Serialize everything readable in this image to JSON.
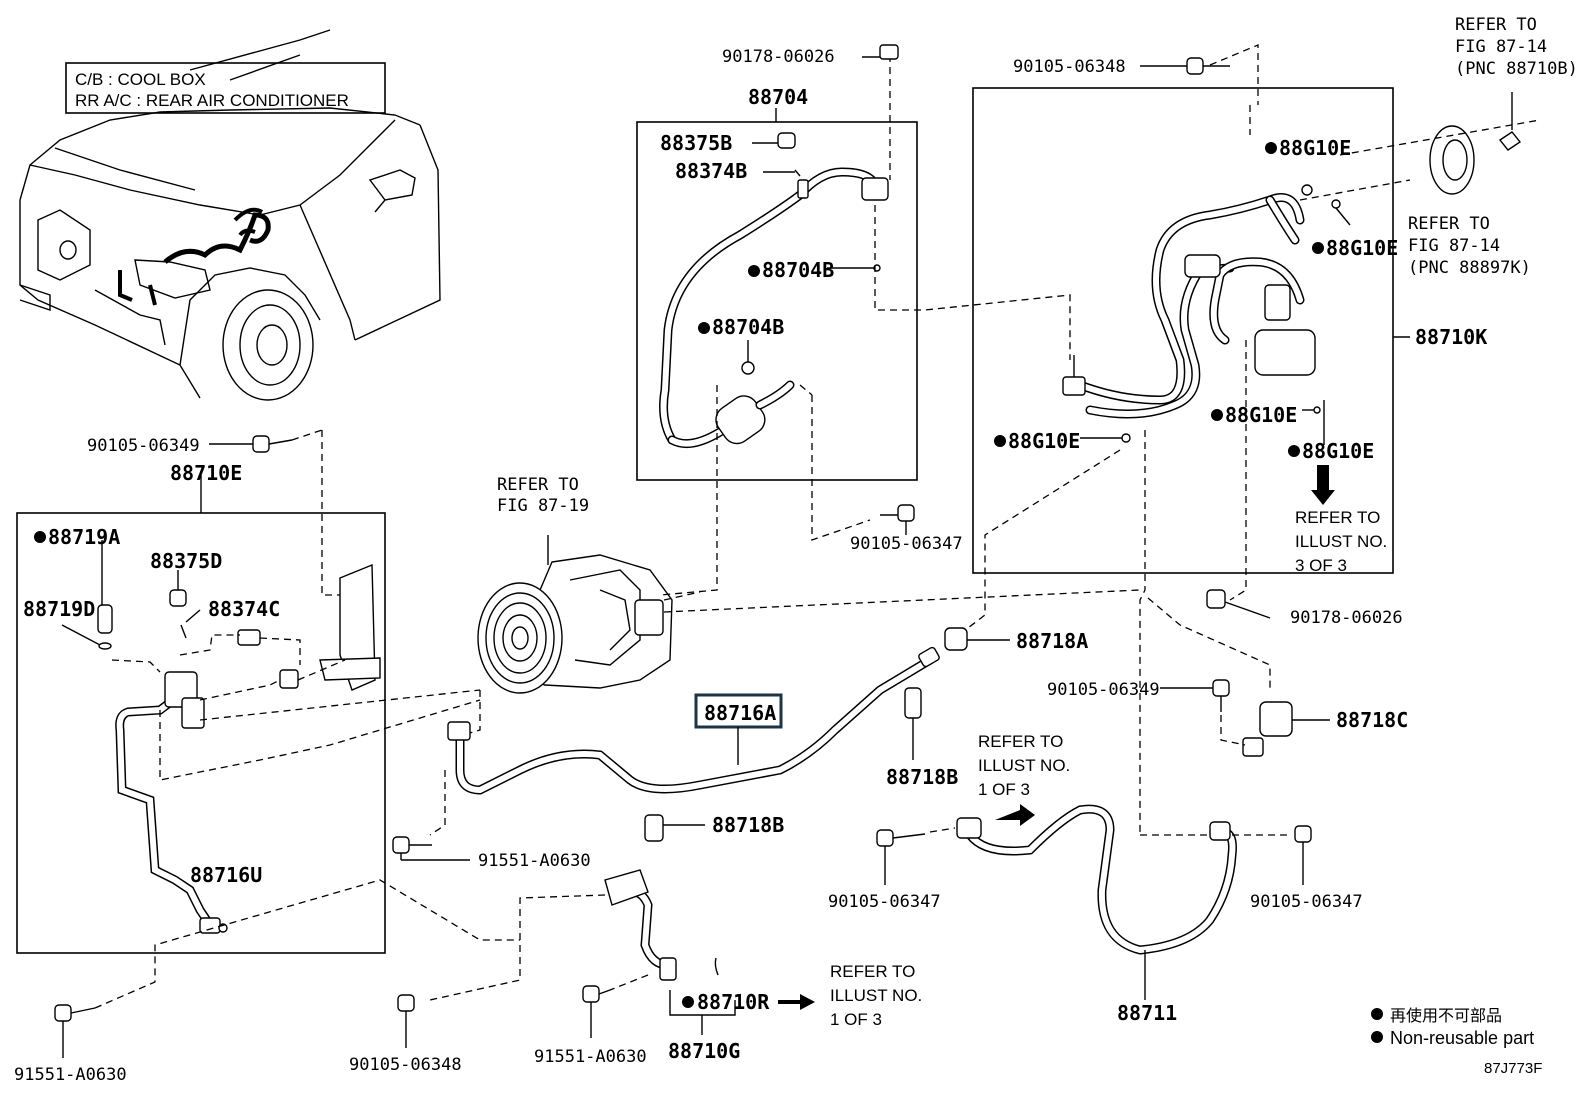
{
  "legend": {
    "line1": "C/B  :  COOL BOX",
    "line2": "RR A/C  :  REAR AIR CONDITIONER"
  },
  "parts": {
    "p90178_top": "90178-06026",
    "p88704": "88704",
    "p88375B": "88375B",
    "p88374B": "88374B",
    "p88704B_a": "88704B",
    "p88704B_b": "88704B",
    "p90105_06348_top": "90105-06348",
    "p88G10E_1": "88G10E",
    "p88G10E_2": "88G10E",
    "p88G10E_3": "88G10E",
    "p88G10E_4": "88G10E",
    "p88G10E_5": "88G10E",
    "p88710K": "88710K",
    "p90105_06349_left": "90105-06349",
    "p88710E": "88710E",
    "p88719A": "88719A",
    "p88375D": "88375D",
    "p88719D": "88719D",
    "p88374C": "88374C",
    "p88716U": "88716U",
    "p90105_06347_mid": "90105-06347",
    "p90178_mid": "90178-06026",
    "p88718A": "88718A",
    "p90105_06349_right": "90105-06349",
    "p88718C": "88718C",
    "p88716A": "88716A",
    "p88718B_a": "88718B",
    "p88718B_b": "88718B",
    "p91551_mid": "91551-A0630",
    "p90105_06347_left": "90105-06347",
    "p90105_06347_right": "90105-06347",
    "p88711": "88711",
    "p91551_left": "91551-A0630",
    "p90105_06348_bottom": "90105-06348",
    "p91551_bottom": "91551-A0630",
    "p88710R": "88710R",
    "p88710G": "88710G"
  },
  "refs": {
    "r1_l1": "REFER TO",
    "r1_l2": "FIG 87-14",
    "r1_l3": "(PNC 88710B)",
    "r2_l1": "REFER TO",
    "r2_l2": "FIG 87-14",
    "r2_l3": "(PNC 88897K)",
    "r3_l1": "REFER TO",
    "r3_l2": "FIG 87-19",
    "r4_l1": "REFER TO",
    "r4_l2": "ILLUST NO.",
    "r4_l3": "3 OF 3",
    "r5_l1": "REFER TO",
    "r5_l2": "ILLUST NO.",
    "r5_l3": "1 OF 3",
    "r6_l1": "REFER TO",
    "r6_l2": "ILLUST NO.",
    "r6_l3": "1 OF 3"
  },
  "footnote": {
    "jp": "再使用不可部品",
    "en": "Non-reusable part",
    "code": "87J773F"
  }
}
